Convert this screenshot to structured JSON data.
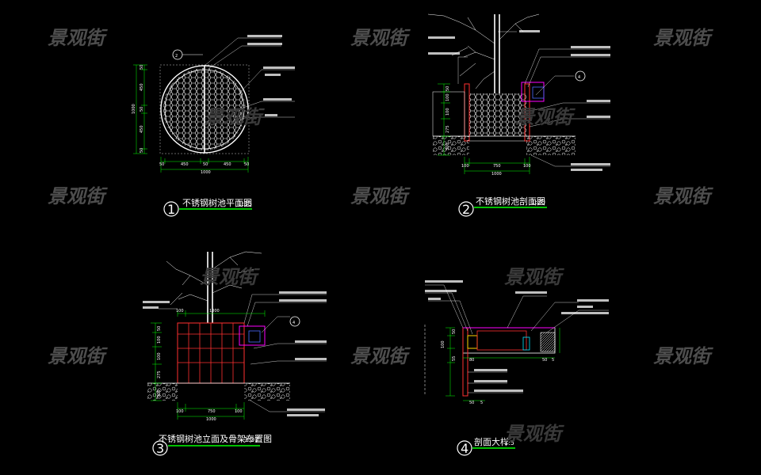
{
  "watermark": "景观街",
  "colors": {
    "background": "#000000",
    "line": "#ffffff",
    "dimension": "#00ff00",
    "magenta": "#ff00ff",
    "red": "#ff3030",
    "blue": "#4a6bff",
    "cyan": "#00e5ff",
    "yellow": "#ffd400",
    "watermark": "#4d4d4d"
  },
  "drawings": [
    {
      "number": "1",
      "title": "不锈钢树池平面图",
      "scale": "1:15",
      "callout_number": "2",
      "dims_bottom_parts": [
        "50",
        "450",
        "50",
        "450",
        "50"
      ],
      "dims_bottom_total": "1000",
      "dims_left_parts": [
        "50",
        "450",
        "50",
        "450",
        "50"
      ],
      "dims_left_total": "1000"
    },
    {
      "number": "2",
      "title": "不锈钢树池剖面图",
      "scale": "1:20",
      "callout_number": "4",
      "dims_bottom_parts": [
        "100",
        "750",
        "100"
      ],
      "dims_bottom_total": "1000",
      "dims_left": [
        "50",
        "100",
        "100",
        "275",
        "300"
      ]
    },
    {
      "number": "3",
      "title": "不锈钢树池立面及骨架布置图",
      "scale": "1:20",
      "callout_number": "4",
      "dims_top": [
        "100",
        "1000"
      ],
      "dims_bottom_parts": [
        "100",
        "750",
        "100"
      ],
      "dims_bottom_total": "1000",
      "dims_left": [
        "50",
        "100",
        "100",
        "275",
        "300"
      ]
    },
    {
      "number": "4",
      "title": "剖面大样",
      "scale": "1:5",
      "dims": [
        "80",
        "50",
        "5",
        "50",
        "5",
        "100",
        "55",
        "50"
      ]
    }
  ]
}
